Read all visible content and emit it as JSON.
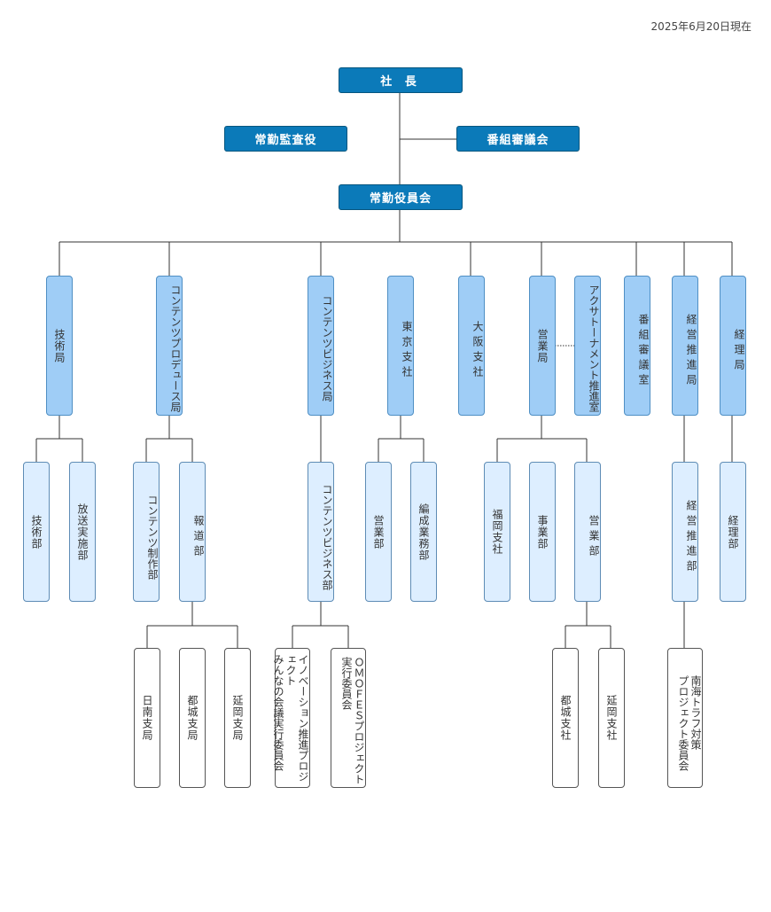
{
  "date": "2025年6月20日現在",
  "top": {
    "president": "社 長",
    "auditor": "常勤監査役",
    "program_council": "番組審議会",
    "executive_committee": "常勤役員会"
  },
  "bureaus": {
    "engineering": "技術局",
    "content_produce": "コンテンツプロデュース局",
    "content_business": "コンテンツビジネス局",
    "tokyo": "東京支社",
    "osaka": "大阪支社",
    "sales": "営業局",
    "acutenament": "アクサトーナメント推進室",
    "program_council_office": "番組審議室",
    "management_promotion": "経営推進局",
    "accounting": "経理局"
  },
  "departments": {
    "engineering_dept": "技術部",
    "broadcast_ops": "放送実施部",
    "content_production": "コンテンツ制作部",
    "news": "報道部",
    "content_business_dept": "コンテンツビジネス部",
    "sales_tokyo": "営業部",
    "programming_ops": "編成業務部",
    "fukuoka": "福岡支社",
    "business": "事業部",
    "sales_dept": "営業部",
    "management_promotion_dept": "経営推進部",
    "accounting_dept": "経理部"
  },
  "units": {
    "nichinan": "日南支局",
    "miyakonojo_bureau": "都城支局",
    "nobeoka_bureau": "延岡支局",
    "innovation": "イノベーション推進プロジェクト\nみんなの会議実行委員会",
    "omofes": "ＯＭＯＦＥＳプロジェクト\n実行委員会",
    "miyakonojo_branch": "都城支社",
    "nobeoka_branch": "延岡支社",
    "nankai": "南海トラフ対策\nプロジェクト委員会"
  }
}
